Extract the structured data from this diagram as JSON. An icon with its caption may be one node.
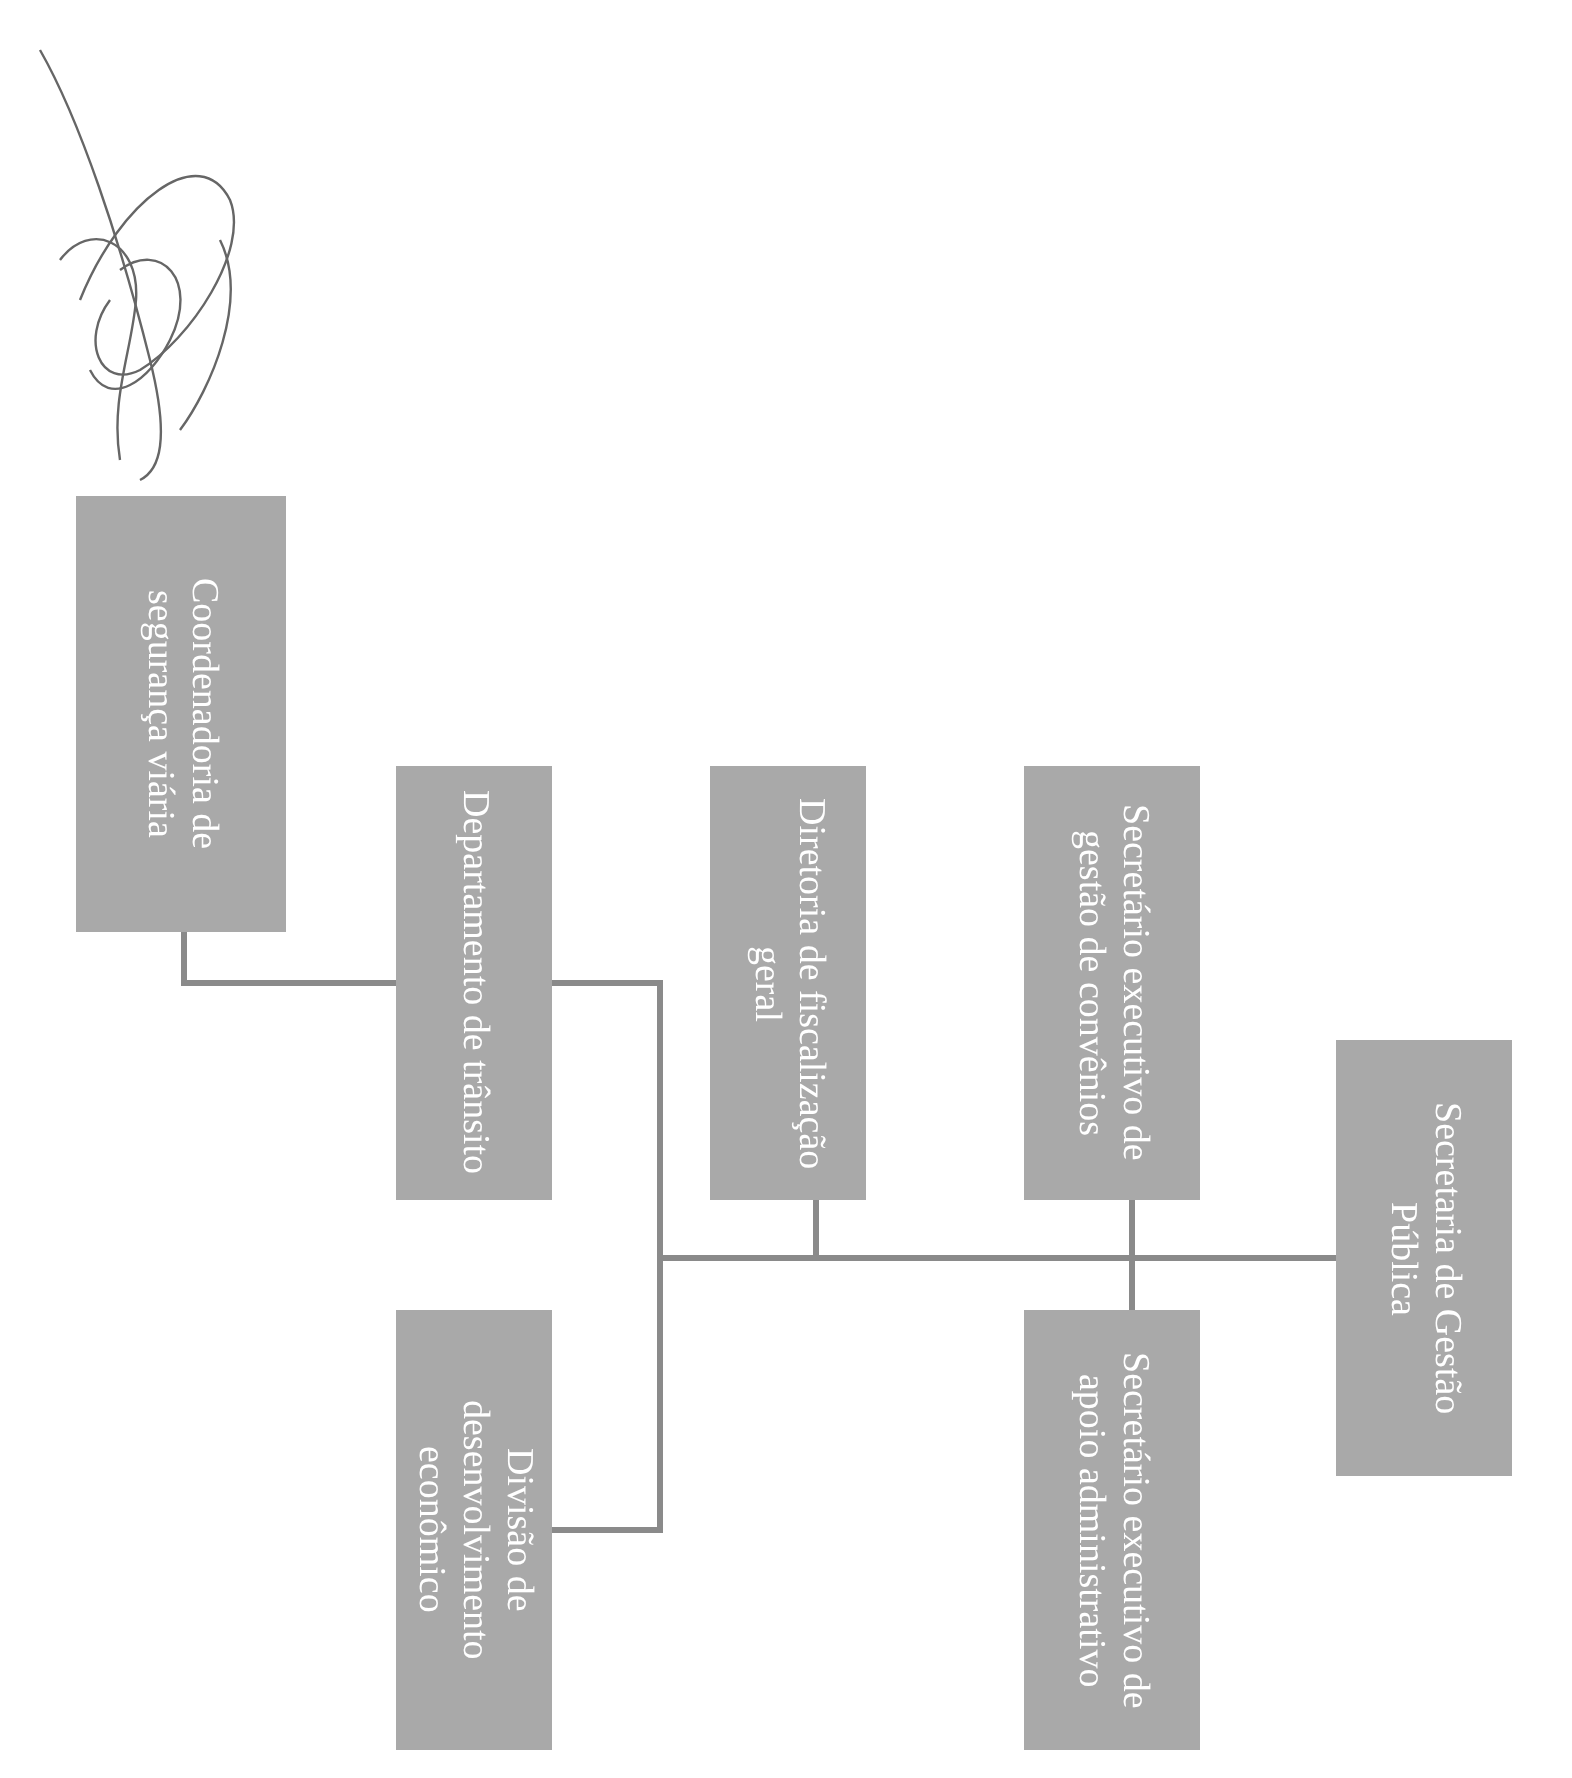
{
  "diagram": {
    "nodes": [
      {
        "text": [
          "Secretaria de Gestão Pública"
        ]
      },
      {
        "text": [
          "Secretário executivo de gestão de convênios"
        ]
      },
      {
        "text": [
          "Secretário executivo de apoio administrativo"
        ]
      },
      {
        "text": [
          "Diretoria de fiscalização geral"
        ]
      },
      {
        "text": [
          "Departamento de trânsito"
        ]
      },
      {
        "text": [
          "Divisão de desenvolvimento econômico"
        ]
      },
      {
        "text": [
          "Coordenadoria de segurança viária"
        ]
      }
    ],
    "edges": [
      {
        "from": 0,
        "to": 1,
        "arrow": "none"
      },
      {
        "from": 0,
        "to": 2,
        "arrow": "none"
      },
      {
        "from": 0,
        "to": 3,
        "arrow": "none"
      },
      {
        "from": 0,
        "to": 4,
        "arrow": "none"
      },
      {
        "from": 0,
        "to": 5,
        "arrow": "none"
      },
      {
        "from": 4,
        "to": 6,
        "arrow": "none"
      }
    ]
  }
}
